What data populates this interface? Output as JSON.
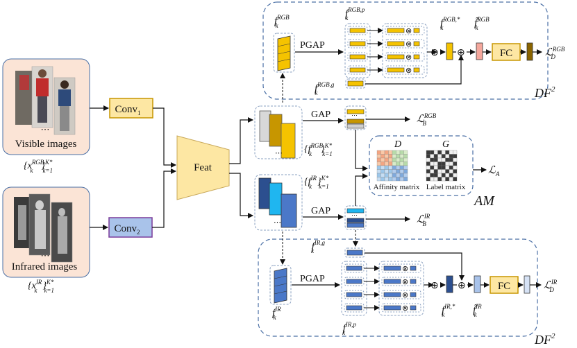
{
  "colors": {
    "rgb_bar": "#f5c300",
    "rgb_bar_dark": "#c79600",
    "ir_bar": "#4b78c8",
    "ir_bar_dark": "#2c4f8f",
    "ir_cyan": "#1fb6f0",
    "panel_bg": "#fbe4d6",
    "feat_fill": "#fde7a3",
    "conv1_fill": "#fde7a3",
    "conv2_fill": "#a9c3ea",
    "fc_fill": "#fde7a3",
    "dashed": "#4a6fa5",
    "fc_bar_rgb": "#8a6400",
    "pink_bar": "#f4a79c"
  },
  "inputs": {
    "visible": {
      "label": "Visible images",
      "set": "{x",
      "sup": "RGB",
      "sub": "k",
      "range": "}",
      "rsup": "K*",
      "rsub": "k=1"
    },
    "infrared": {
      "label": "Infrared images",
      "set": "{x",
      "sup": "IR",
      "sub": "k",
      "range": "}",
      "rsup": "K*",
      "rsub": "k=1"
    }
  },
  "convs": {
    "conv1": "Conv",
    "conv1_sub": "1",
    "conv2": "Conv",
    "conv2_sub": "2"
  },
  "feat": "Feat",
  "features": {
    "rgb_set": {
      "base": "{f",
      "sup": "RGB",
      "sub": "k",
      "close": "}",
      "rsup": "K*",
      "rsub": "k=1"
    },
    "ir_set": {
      "base": "{f",
      "sup": "IR",
      "sub": "k",
      "close": "}",
      "rsup": "K*",
      "rsub": "k=1"
    }
  },
  "gap": {
    "top": "GAP",
    "bottom": "GAP"
  },
  "losses": {
    "lb_rgb": {
      "base": "ℒ",
      "sup": "RGB",
      "sub": "B"
    },
    "lb_ir": {
      "base": "ℒ",
      "sup": "IR",
      "sub": "B"
    },
    "la": {
      "base": "ℒ",
      "sub": "A"
    },
    "ld_rgb": {
      "base": "ℒ",
      "sup": "RGB",
      "sub": "D"
    },
    "ld_ir": {
      "base": "ℒ",
      "sup": "IR",
      "sub": "D"
    }
  },
  "am": {
    "d_label": "D",
    "g_label": "G",
    "affinity": "Affinity matrix",
    "label_matrix": "Label matrix",
    "name": "AM"
  },
  "df": {
    "name": "DF",
    "sup": "2"
  },
  "rgb_branch": {
    "fk": {
      "base": "f",
      "sup": "RGB",
      "sub": "k"
    },
    "pgap": "PGAP",
    "fkp": {
      "base": "f",
      "sup": "RGB,p",
      "sub": "k"
    },
    "fkg": {
      "base": "f",
      "sup": "RGB,g",
      "sub": "k"
    },
    "fkstar": {
      "base": "f",
      "sup": "RGB,*",
      "sub": "k"
    },
    "fktilde": {
      "base": "f̃",
      "sup": "RGB",
      "sub": "k"
    },
    "fc": "FC"
  },
  "ir_branch": {
    "fk": {
      "base": "f",
      "sup": "IR",
      "sub": "k"
    },
    "pgap": "PGAP",
    "fkp": {
      "base": "f",
      "sup": "IR,p",
      "sub": "k"
    },
    "fkg": {
      "base": "f",
      "sup": "IR,g",
      "sub": "k"
    },
    "fkstar": {
      "base": "f",
      "sup": "IR,*",
      "sub": "k"
    },
    "fktilde": {
      "base": "f̃",
      "sup": "IR",
      "sub": "k"
    },
    "fc": "FC"
  },
  "symbols": {
    "plus": "⊕",
    "times": "⊗",
    "dots": "⋯"
  }
}
